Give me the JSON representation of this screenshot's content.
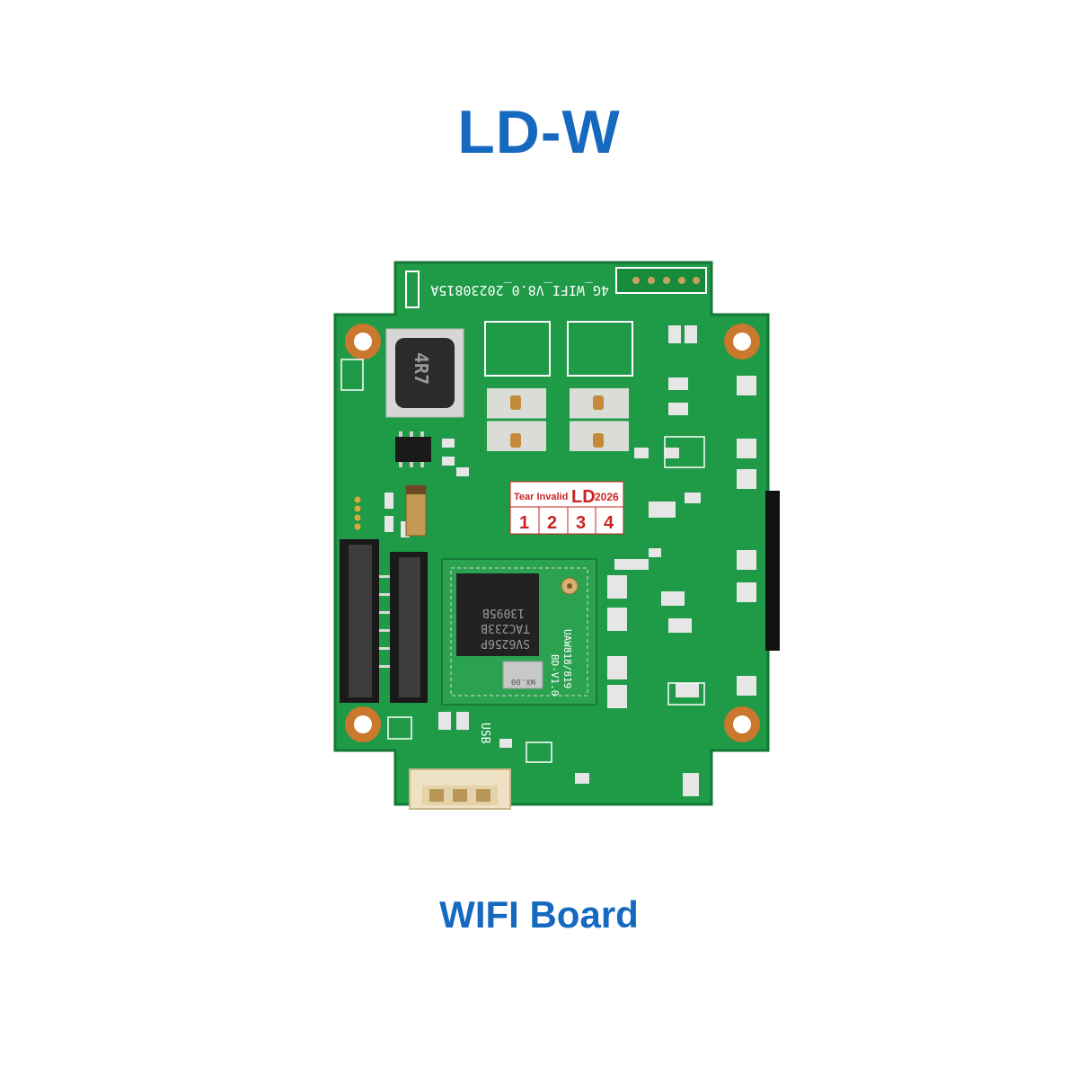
{
  "page": {
    "title": "LD-W",
    "caption": "WIFI Board"
  },
  "colors": {
    "title": "#1569bf",
    "pcb": "#1f9a46",
    "pcb_dark": "#157836",
    "silk": "#ffffff",
    "pad": "#d9ddd6",
    "copper": "#c9782e"
  },
  "board": {
    "silkscreen_version": "4G_WIFI_V8.0_20230815A",
    "inductor_label": "4R7",
    "chip_line1": "SV6256P",
    "chip_line2": "TAC233B",
    "chip_line3": "13095B",
    "module_label_1": "UAW818/819",
    "module_label_2": "BD-V1.0",
    "crystal_label": "WX.00",
    "usb_label": "USB",
    "sticker": {
      "left_text": "Tear Invalid",
      "brand": "LD",
      "year": "2026",
      "cells": [
        "1",
        "2",
        "3",
        "4"
      ]
    }
  }
}
